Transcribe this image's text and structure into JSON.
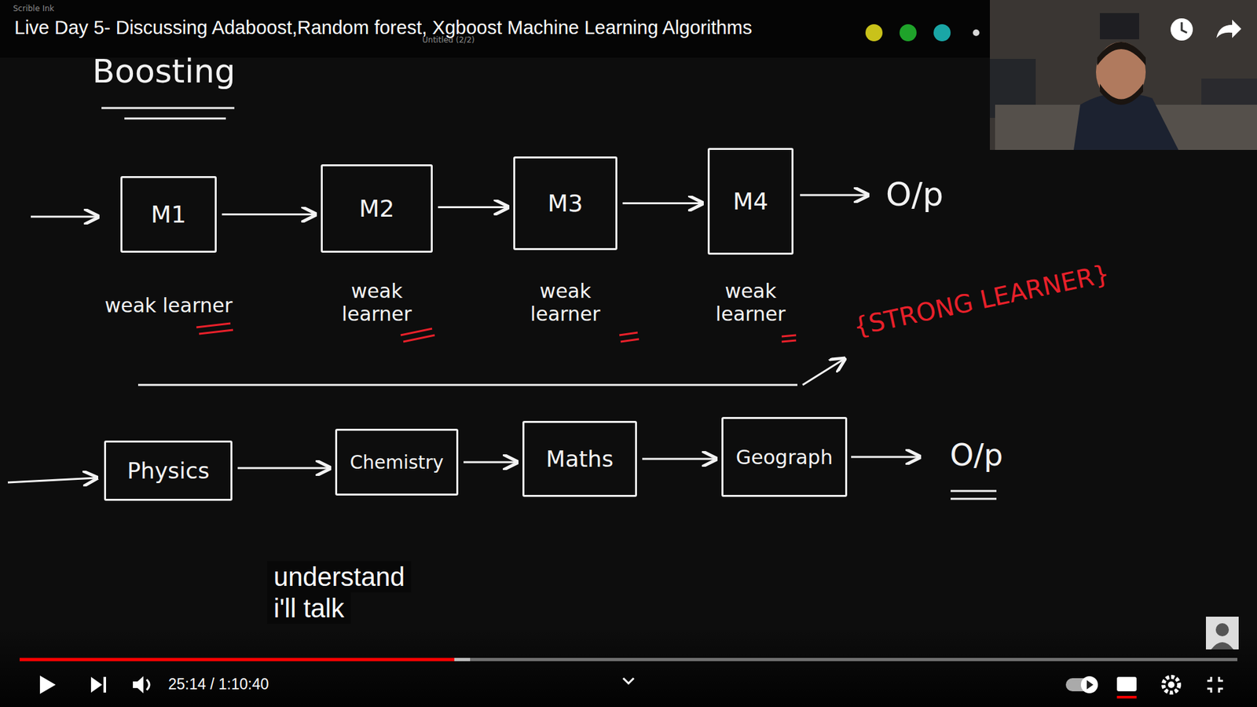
{
  "diagram": {
    "title": "Live Day 5- Discussing Adaboost,Random forest, Xgboost Machine Learning Algorithms",
    "nodes": [
      {
        "text": [
          "M1",
          "weak learner"
        ]
      },
      {
        "text": [
          "M2",
          "weak learner"
        ]
      },
      {
        "text": [
          "M3",
          "weak learner"
        ]
      },
      {
        "text": [
          "M4",
          "weak learner"
        ]
      },
      {
        "text": [
          "Physics"
        ]
      },
      {
        "text": [
          "Chemistry"
        ]
      },
      {
        "text": [
          "Maths"
        ]
      },
      {
        "text": [
          "Geograph"
        ]
      }
    ],
    "edges": [
      {
        "from": 0,
        "to": 1,
        "arrow": "to"
      },
      {
        "from": 1,
        "to": 2,
        "arrow": "to"
      },
      {
        "from": 2,
        "to": 3,
        "arrow": "to"
      },
      {
        "from": 4,
        "to": 5,
        "arrow": "to"
      },
      {
        "from": 5,
        "to": 6,
        "arrow": "to"
      },
      {
        "from": 6,
        "to": 7,
        "arrow": "to"
      }
    ],
    "labels": [
      "Scrible Ink",
      "Untitled (2/2)",
      "Boosting",
      "O/p",
      "{STRONG LEARNER}",
      "O/p",
      "understand i'll talk",
      "25:14 / 1:10:40"
    ]
  }
}
